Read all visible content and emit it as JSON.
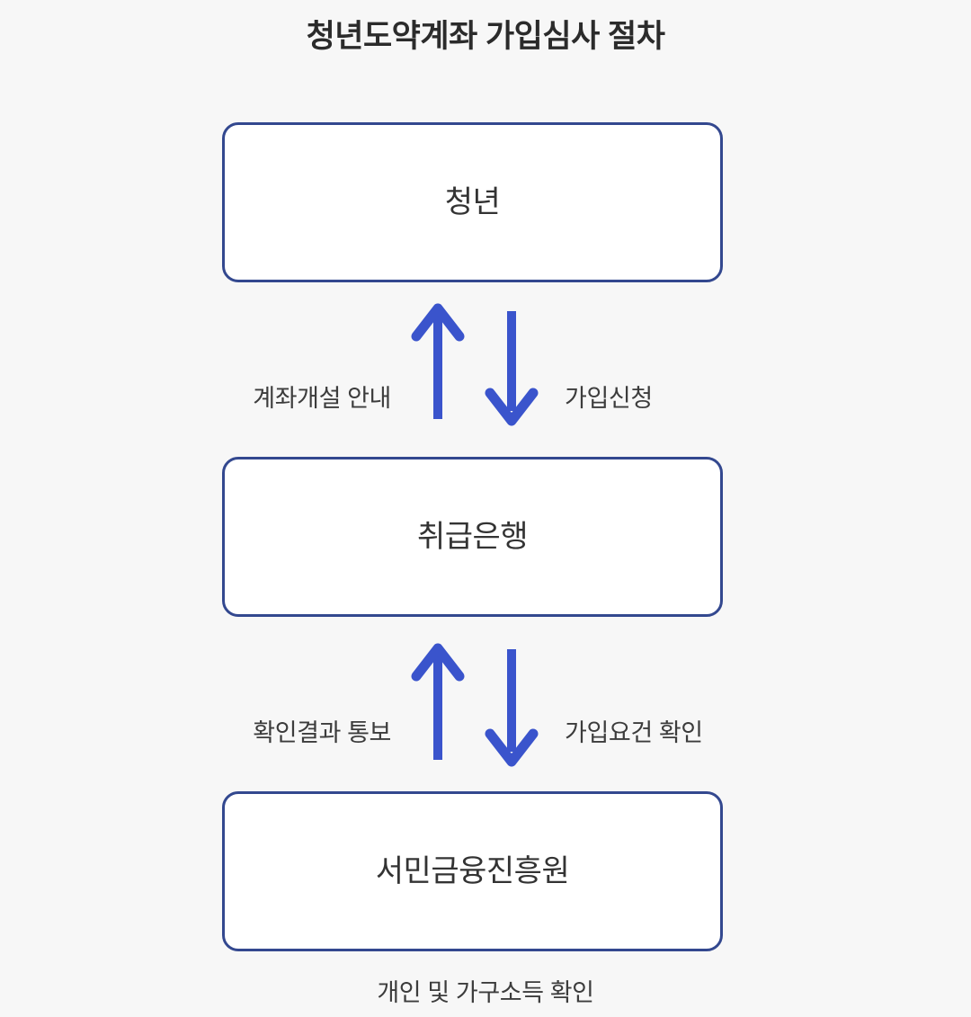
{
  "page": {
    "background_color": "#f7f7f7",
    "title": "청년도약계좌 가입심사 절차"
  },
  "theme": {
    "box_border_color": "#33488f",
    "box_fill_color": "#ffffff",
    "arrow_color": "#3a54cc",
    "title_color": "#2b2b2b",
    "label_color": "#3c3c3c"
  },
  "nodes": [
    {
      "id": "youth",
      "label": "청년"
    },
    {
      "id": "bank",
      "label": "취급은행"
    },
    {
      "id": "agency",
      "label": "서민금융진흥원"
    }
  ],
  "flows": [
    {
      "id": "youth-bank",
      "between": [
        "청년",
        "취급은행"
      ],
      "up_label": "계좌개설 안내",
      "down_label": "가입신청",
      "up_icon": "arrow-up-icon",
      "down_icon": "arrow-down-icon"
    },
    {
      "id": "bank-agency",
      "between": [
        "취급은행",
        "서민금융진흥원"
      ],
      "up_label": "확인결과 통보",
      "down_label": "가입요건 확인",
      "up_icon": "arrow-up-icon",
      "down_icon": "arrow-down-icon"
    }
  ],
  "caption": "개인 및 가구소득 확인"
}
